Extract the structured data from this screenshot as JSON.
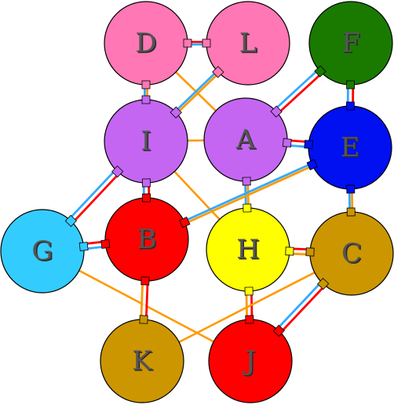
{
  "nodes": [
    {
      "id": "D",
      "label": "D",
      "color": "#ff77b4"
    },
    {
      "id": "L",
      "label": "L",
      "color": "#ff77b4"
    },
    {
      "id": "F",
      "label": "F",
      "color": "#1a7a00"
    },
    {
      "id": "I",
      "label": "I",
      "color": "#c466f2"
    },
    {
      "id": "A",
      "label": "A",
      "color": "#c466f2"
    },
    {
      "id": "E",
      "label": "E",
      "color": "#0010f0"
    },
    {
      "id": "G",
      "label": "G",
      "color": "#33ccff"
    },
    {
      "id": "B",
      "label": "B",
      "color": "#ff0000"
    },
    {
      "id": "H",
      "label": "H",
      "color": "#ffff00"
    },
    {
      "id": "C",
      "label": "C",
      "color": "#cc9600"
    },
    {
      "id": "K",
      "label": "K",
      "color": "#cc9600"
    },
    {
      "id": "J",
      "label": "J",
      "color": "#ff0000"
    }
  ],
  "edges": [
    {
      "from": "D",
      "to": "L",
      "style": "double",
      "colors": [
        "#ff0000",
        "#33aaff"
      ]
    },
    {
      "from": "D",
      "to": "I",
      "style": "double",
      "colors": [
        "#ff9900",
        "#33aaff"
      ]
    },
    {
      "from": "D",
      "to": "A",
      "style": "single",
      "colors": [
        "#ff9900"
      ]
    },
    {
      "from": "L",
      "to": "I",
      "style": "double",
      "colors": [
        "#ff9900",
        "#33aaff"
      ]
    },
    {
      "from": "F",
      "to": "A",
      "style": "triple",
      "colors": [
        "#ff0000",
        "#ffffff",
        "#33aaff"
      ]
    },
    {
      "from": "F",
      "to": "E",
      "style": "triple",
      "colors": [
        "#ff0000",
        "#ffffff",
        "#33aaff"
      ]
    },
    {
      "from": "I",
      "to": "A",
      "style": "single",
      "colors": [
        "#ff9900"
      ]
    },
    {
      "from": "I",
      "to": "G",
      "style": "triple",
      "colors": [
        "#ff0000",
        "#ffffff",
        "#33aaff"
      ]
    },
    {
      "from": "I",
      "to": "B",
      "style": "triple",
      "colors": [
        "#ff0000",
        "#ffffff",
        "#33aaff"
      ]
    },
    {
      "from": "I",
      "to": "H",
      "style": "single",
      "colors": [
        "#ff9900"
      ]
    },
    {
      "from": "A",
      "to": "E",
      "style": "triple",
      "colors": [
        "#ff0000",
        "#ffffff",
        "#33aaff"
      ]
    },
    {
      "from": "A",
      "to": "H",
      "style": "double",
      "colors": [
        "#ff9900",
        "#33aaff"
      ]
    },
    {
      "from": "E",
      "to": "B",
      "style": "double",
      "colors": [
        "#ff9900",
        "#33aaff"
      ]
    },
    {
      "from": "E",
      "to": "C",
      "style": "double",
      "colors": [
        "#ff9900",
        "#33aaff"
      ]
    },
    {
      "from": "G",
      "to": "B",
      "style": "triple",
      "colors": [
        "#ff0000",
        "#ffffff",
        "#33aaff"
      ]
    },
    {
      "from": "G",
      "to": "J",
      "style": "single",
      "colors": [
        "#ff9900"
      ]
    },
    {
      "from": "B",
      "to": "K",
      "style": "triple",
      "colors": [
        "#ff0000",
        "#ffffff",
        "#ff9900"
      ]
    },
    {
      "from": "H",
      "to": "C",
      "style": "triple",
      "colors": [
        "#ff0000",
        "#ffffff",
        "#ff9900"
      ]
    },
    {
      "from": "H",
      "to": "J",
      "style": "triple",
      "colors": [
        "#ff0000",
        "#ffffff",
        "#ff9900"
      ]
    },
    {
      "from": "C",
      "to": "K",
      "style": "single",
      "colors": [
        "#ff9900"
      ]
    },
    {
      "from": "C",
      "to": "J",
      "style": "triple",
      "colors": [
        "#ff0000",
        "#ffffff",
        "#33aaff"
      ]
    }
  ]
}
